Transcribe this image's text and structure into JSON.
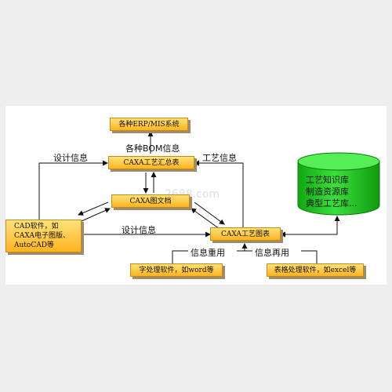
{
  "boxes": {
    "erp_mis": "各种ERP/MIS系统",
    "caxa_summary": "CAXA工艺汇总表",
    "caxa_doc": "CAXA图文档",
    "cad": "CAD软件，如\nCAXA电子图版、\nAutoCAD等",
    "caxa_process": "CAXA工艺图表",
    "word_proc": "字处理软件，如word等",
    "table_proc": "表格处理软件，如excel等"
  },
  "labels": {
    "bom_info": "各种BOM信息",
    "design_info_top": "设计信息",
    "process_info": "工艺信息",
    "design_info_mid": "设计信息",
    "info_reuse_1": "信息重用",
    "info_reuse_2": "信息再用"
  },
  "database": {
    "text": "工艺知识库\n制造资源库\n典型工艺库..."
  },
  "watermark": "2688.com",
  "colors": {
    "box_top": "#ffe27a",
    "box_bottom": "#ffb31f",
    "db_green": "#22cc22"
  }
}
